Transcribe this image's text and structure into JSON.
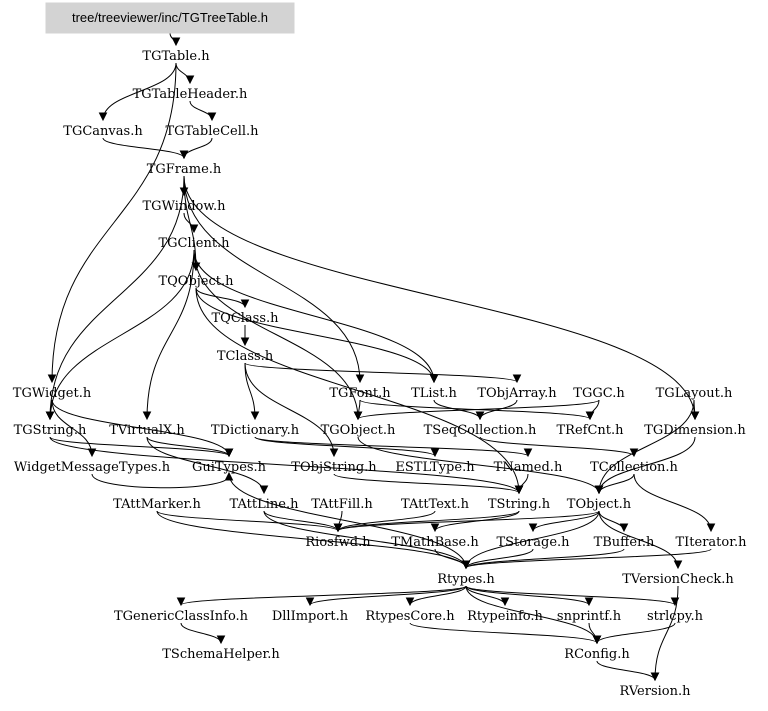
{
  "root": {
    "id": "root",
    "label": "tree/treeviewer/inc/TGTreeTable.h",
    "fill": "#d3d3d3"
  },
  "nodes": [
    {
      "id": "TGTable",
      "label": "TGTable.h"
    },
    {
      "id": "TGTableHeader",
      "label": "TGTableHeader.h"
    },
    {
      "id": "TGCanvas",
      "label": "TGCanvas.h"
    },
    {
      "id": "TGTableCell",
      "label": "TGTableCell.h"
    },
    {
      "id": "TGFrame",
      "label": "TGFrame.h"
    },
    {
      "id": "TGWindow",
      "label": "TGWindow.h"
    },
    {
      "id": "TGClient",
      "label": "TGClient.h"
    },
    {
      "id": "TQObject",
      "label": "TQObject.h"
    },
    {
      "id": "TQClass",
      "label": "TQClass.h"
    },
    {
      "id": "TClass",
      "label": "TClass.h"
    },
    {
      "id": "TGWidget",
      "label": "TGWidget.h"
    },
    {
      "id": "TGFont",
      "label": "TGFont.h"
    },
    {
      "id": "TList",
      "label": "TList.h"
    },
    {
      "id": "TObjArray",
      "label": "TObjArray.h"
    },
    {
      "id": "TGGC",
      "label": "TGGC.h"
    },
    {
      "id": "TGLayout",
      "label": "TGLayout.h"
    },
    {
      "id": "TGString",
      "label": "TGString.h"
    },
    {
      "id": "TVirtualX",
      "label": "TVirtualX.h"
    },
    {
      "id": "TDictionary",
      "label": "TDictionary.h"
    },
    {
      "id": "TGObject",
      "label": "TGObject.h"
    },
    {
      "id": "TSeqCollection",
      "label": "TSeqCollection.h"
    },
    {
      "id": "TRefCnt",
      "label": "TRefCnt.h"
    },
    {
      "id": "TGDimension",
      "label": "TGDimension.h"
    },
    {
      "id": "WidgetMessageTypes",
      "label": "WidgetMessageTypes.h"
    },
    {
      "id": "GuiTypes",
      "label": "GuiTypes.h"
    },
    {
      "id": "TObjString",
      "label": "TObjString.h"
    },
    {
      "id": "ESTLType",
      "label": "ESTLType.h"
    },
    {
      "id": "TNamed",
      "label": "TNamed.h"
    },
    {
      "id": "TCollection",
      "label": "TCollection.h"
    },
    {
      "id": "TAttMarker",
      "label": "TAttMarker.h"
    },
    {
      "id": "TAttLine",
      "label": "TAttLine.h"
    },
    {
      "id": "TAttFill",
      "label": "TAttFill.h"
    },
    {
      "id": "TAttText",
      "label": "TAttText.h"
    },
    {
      "id": "TString",
      "label": "TString.h"
    },
    {
      "id": "TObject",
      "label": "TObject.h"
    },
    {
      "id": "Riosfwd",
      "label": "Riosfwd.h"
    },
    {
      "id": "TMathBase",
      "label": "TMathBase.h"
    },
    {
      "id": "TStorage",
      "label": "TStorage.h"
    },
    {
      "id": "TBuffer",
      "label": "TBuffer.h"
    },
    {
      "id": "TIterator",
      "label": "TIterator.h"
    },
    {
      "id": "Rtypes",
      "label": "Rtypes.h"
    },
    {
      "id": "TVersionCheck",
      "label": "TVersionCheck.h"
    },
    {
      "id": "TGenericClassInfo",
      "label": "TGenericClassInfo.h"
    },
    {
      "id": "DllImport",
      "label": "DllImport.h"
    },
    {
      "id": "RtypesCore",
      "label": "RtypesCore.h"
    },
    {
      "id": "Rtypeinfo",
      "label": "Rtypeinfo.h"
    },
    {
      "id": "snprintf",
      "label": "snprintf.h"
    },
    {
      "id": "strlcpy",
      "label": "strlcpy.h"
    },
    {
      "id": "TSchemaHelper",
      "label": "TSchemaHelper.h"
    },
    {
      "id": "RConfig",
      "label": "RConfig.h"
    },
    {
      "id": "RVersion",
      "label": "RVersion.h"
    }
  ],
  "edges": [
    [
      "root",
      "TGTable"
    ],
    [
      "TGTable",
      "TGTableHeader"
    ],
    [
      "TGTable",
      "TGCanvas"
    ],
    [
      "TGTable",
      "TGWidget"
    ],
    [
      "TGTableHeader",
      "TGTableCell"
    ],
    [
      "TGCanvas",
      "TGFrame"
    ],
    [
      "TGTableCell",
      "TGFrame"
    ],
    [
      "TGFrame",
      "TGWindow"
    ],
    [
      "TGFrame",
      "TGString"
    ],
    [
      "TGFrame",
      "TQObject"
    ],
    [
      "TGFrame",
      "TGDimension"
    ],
    [
      "TGFrame",
      "TGFont"
    ],
    [
      "TGWindow",
      "TGClient"
    ],
    [
      "TGClient",
      "TQObject"
    ],
    [
      "TGClient",
      "TVirtualX"
    ],
    [
      "TGClient",
      "TGObject"
    ],
    [
      "TGClient",
      "TList"
    ],
    [
      "TGClient",
      "TGString"
    ],
    [
      "TQObject",
      "TQClass"
    ],
    [
      "TQObject",
      "TList"
    ],
    [
      "TQObject",
      "TString"
    ],
    [
      "TQClass",
      "TClass"
    ],
    [
      "TClass",
      "TDictionary"
    ],
    [
      "TClass",
      "TObjArray"
    ],
    [
      "TClass",
      "TObjString"
    ],
    [
      "TGWidget",
      "WidgetMessageTypes"
    ],
    [
      "TGWidget",
      "TGString"
    ],
    [
      "TGWidget",
      "GuiTypes"
    ],
    [
      "TGFont",
      "TGObject"
    ],
    [
      "TGFont",
      "TRefCnt"
    ],
    [
      "TList",
      "TSeqCollection"
    ],
    [
      "TObjArray",
      "TSeqCollection"
    ],
    [
      "TGGC",
      "TRefCnt"
    ],
    [
      "TGGC",
      "TGObject"
    ],
    [
      "TGLayout",
      "TGDimension"
    ],
    [
      "TGLayout",
      "TObject"
    ],
    [
      "TGString",
      "GuiTypes"
    ],
    [
      "TGString",
      "TString"
    ],
    [
      "TVirtualX",
      "GuiTypes"
    ],
    [
      "TVirtualX",
      "TAttLine"
    ],
    [
      "TDictionary",
      "TNamed"
    ],
    [
      "TDictionary",
      "ESTLType"
    ],
    [
      "TGObject",
      "TObject"
    ],
    [
      "TSeqCollection",
      "TCollection"
    ],
    [
      "TGDimension",
      "TObject"
    ],
    [
      "WidgetMessageTypes",
      "GuiTypes"
    ],
    [
      "GuiTypes",
      "Rtypes"
    ],
    [
      "TObjString",
      "TString"
    ],
    [
      "TNamed",
      "TString"
    ],
    [
      "TCollection",
      "TObject"
    ],
    [
      "TCollection",
      "TIterator"
    ],
    [
      "TAttMarker",
      "Riosfwd"
    ],
    [
      "TAttMarker",
      "Rtypes"
    ],
    [
      "TAttLine",
      "Riosfwd"
    ],
    [
      "TAttLine",
      "Rtypes"
    ],
    [
      "TAttFill",
      "Riosfwd"
    ],
    [
      "TAttText",
      "Riosfwd"
    ],
    [
      "TString",
      "Riosfwd"
    ],
    [
      "TString",
      "TMathBase"
    ],
    [
      "TObject",
      "Riosfwd"
    ],
    [
      "TObject",
      "TStorage"
    ],
    [
      "TObject",
      "TBuffer"
    ],
    [
      "TObject",
      "TVersionCheck"
    ],
    [
      "TObject",
      "Rtypes"
    ],
    [
      "TMathBase",
      "Rtypes"
    ],
    [
      "TStorage",
      "Rtypes"
    ],
    [
      "TBuffer",
      "Rtypes"
    ],
    [
      "TIterator",
      "Rtypes"
    ],
    [
      "TVersionCheck",
      "RVersion"
    ],
    [
      "Rtypes",
      "TGenericClassInfo"
    ],
    [
      "Rtypes",
      "DllImport"
    ],
    [
      "Rtypes",
      "RtypesCore"
    ],
    [
      "Rtypes",
      "Rtypeinfo"
    ],
    [
      "Rtypes",
      "snprintf"
    ],
    [
      "Rtypes",
      "strlcpy"
    ],
    [
      "Rtypes",
      "RConfig"
    ],
    [
      "TGenericClassInfo",
      "TSchemaHelper"
    ],
    [
      "RtypesCore",
      "RConfig"
    ],
    [
      "snprintf",
      "RConfig"
    ],
    [
      "strlcpy",
      "RConfig"
    ],
    [
      "RConfig",
      "RVersion"
    ]
  ]
}
